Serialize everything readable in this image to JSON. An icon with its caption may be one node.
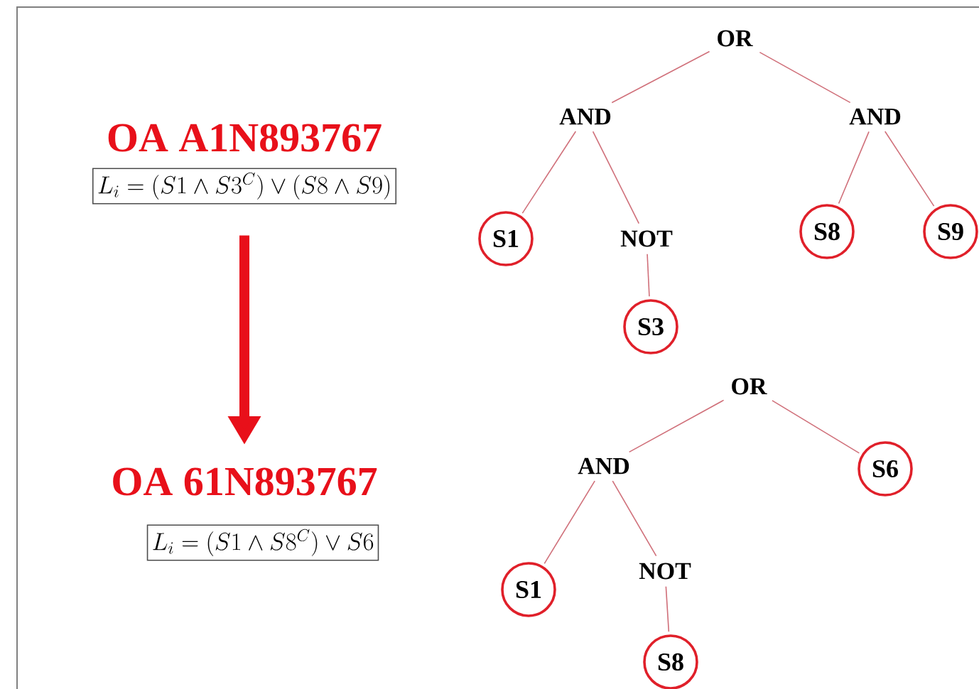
{
  "diagram": {
    "nodes": [
      {
        "text": [
          "OA A1N893767"
        ]
      },
      {
        "text": [
          "L_i = (S1 \\wedge S3^C) \\vee (S8 \\wedge S9)"
        ]
      },
      {
        "text": [
          "OA 61N893767"
        ]
      },
      {
        "text": [
          "L_i = (S1 \\wedge S8^C) \\vee S6"
        ]
      },
      {
        "text": [
          "OR"
        ]
      },
      {
        "text": [
          "AND"
        ]
      },
      {
        "text": [
          "AND"
        ]
      },
      {
        "text": [
          "S1"
        ]
      },
      {
        "text": [
          "NOT"
        ]
      },
      {
        "text": [
          "S8"
        ]
      },
      {
        "text": [
          "S9"
        ]
      },
      {
        "text": [
          "S3"
        ]
      },
      {
        "text": [
          "OR"
        ]
      },
      {
        "text": [
          "AND"
        ]
      },
      {
        "text": [
          "S6"
        ]
      },
      {
        "text": [
          "S1"
        ]
      },
      {
        "text": [
          "NOT"
        ]
      },
      {
        "text": [
          "S8"
        ]
      }
    ],
    "edges": [
      {
        "from": 1,
        "to": 2,
        "arrow": "to",
        "style": "thick",
        "color": "#e8101a"
      },
      {
        "from": 4,
        "to": 5,
        "arrow": "none"
      },
      {
        "from": 4,
        "to": 6,
        "arrow": "none"
      },
      {
        "from": 5,
        "to": 7,
        "arrow": "none"
      },
      {
        "from": 5,
        "to": 8,
        "arrow": "none"
      },
      {
        "from": 6,
        "to": 9,
        "arrow": "none"
      },
      {
        "from": 6,
        "to": 10,
        "arrow": "none"
      },
      {
        "from": 8,
        "to": 11,
        "arrow": "none"
      },
      {
        "from": 12,
        "to": 13,
        "arrow": "none"
      },
      {
        "from": 12,
        "to": 14,
        "arrow": "none"
      },
      {
        "from": 13,
        "to": 15,
        "arrow": "none"
      },
      {
        "from": 13,
        "to": 16,
        "arrow": "none"
      },
      {
        "from": 16,
        "to": 17,
        "arrow": "none"
      }
    ]
  }
}
